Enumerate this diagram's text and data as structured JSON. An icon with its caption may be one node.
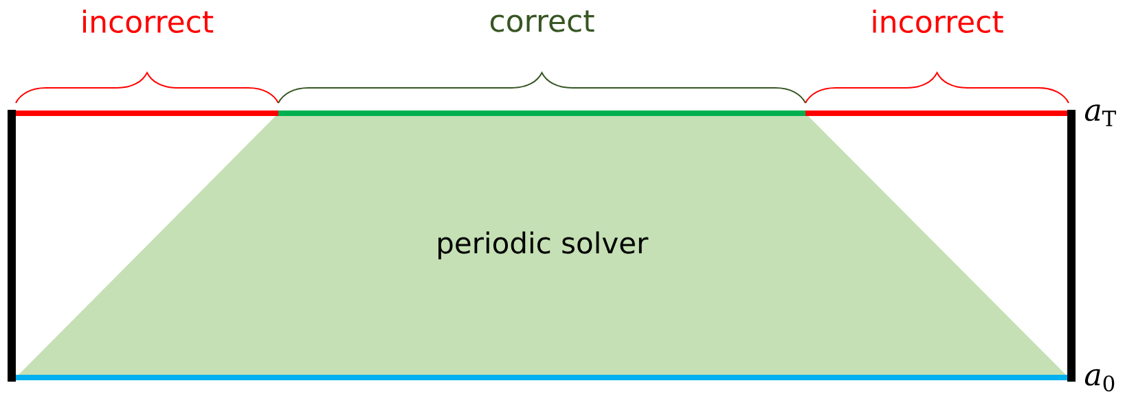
{
  "diagram": {
    "nodes": [
      {
        "text": [
          "periodic solver"
        ]
      }
    ],
    "edges": [],
    "labels": [
      "incorrect",
      "correct",
      "incorrect",
      "*a*$_{T}$",
      "*a*$_{0}$"
    ]
  }
}
